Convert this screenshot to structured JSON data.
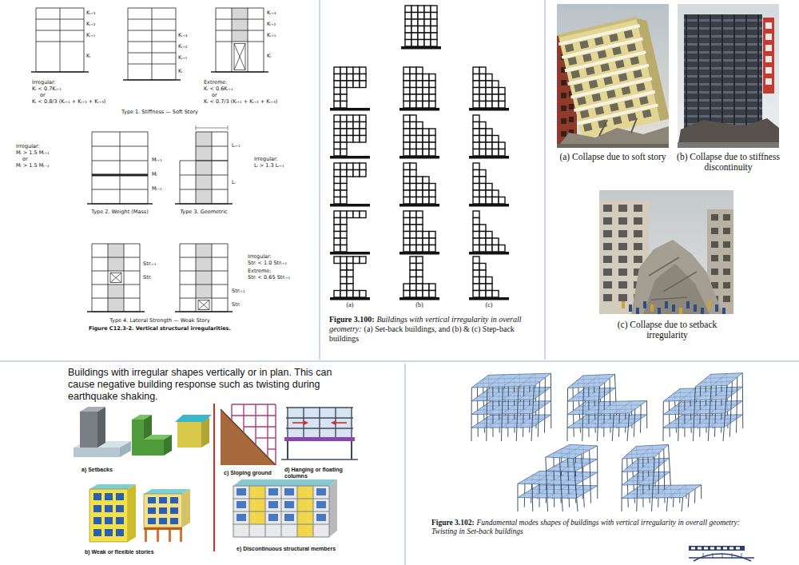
{
  "diagram": {
    "labels": [
      "Kᵢ₊₃",
      "Kᵢ₊₂",
      "Kᵢ₊₁",
      "Kᵢ",
      "Kᵢ₊₃",
      "Kᵢ₊₂",
      "Kᵢ₊₁",
      "Kᵢ",
      "Kᵢ₊₃",
      "Kᵢ₊₂",
      "Kᵢ₊₁",
      "Kᵢ",
      "Irregular:",
      "Kᵢ < 0.7Kᵢ₊₁",
      "or",
      "Kᵢ < 0.8/3 (Kᵢ₊₁ + Kᵢ₊₂ + Kᵢ₊₃)",
      "Extreme:",
      "Kᵢ < 0.6Kᵢ₊₁",
      "or",
      "Kᵢ < 0.7/3 (Kᵢ₊₁ + Kᵢ₊₂ + Kᵢ₊₃)",
      "Type 1. Stiffness — Soft Story",
      "Irregular:",
      "Mᵢ > 1.5 Mᵢ₊₁",
      "or",
      "Mᵢ > 1.5 Mᵢ₋₁",
      "Mᵢ₊₁",
      "Mᵢ",
      "Mᵢ₋₁",
      "Type 2. Weight (Mass)",
      "Lᵢ₊₁",
      "Lᵢ",
      "Irregular:",
      "Lᵢ > 1.3 Lᵢ₊₁",
      "Type 3. Geometric",
      "Strᵢ₊₁",
      "Strᵢ",
      "Strᵢ₊₁",
      "Strᵢ",
      "Irregular:",
      "Strᵢ < 1.0 Strᵢ₊₁",
      "Extreme:",
      "Strᵢ < 0.65 Strᵢ₊₁",
      "Type 4. Lateral Strength — Weak Story",
      "Figure C12.3-2. Vertical structural irregularities.",
      "(a)",
      "(b)",
      "(c)",
      "Figure 3.100:",
      "Buildings with vertical irregularity in overall geometry:",
      "(a) Set-back buildings, and (b) & (c) Step-back buildings",
      "(a) Collapse due to soft story",
      "(b) Collapse due to stiffness discontinuity",
      "(c) Collapse due to setback irregularity",
      "Buildings with irregular shapes vertically or in plan. This can cause negative building response such as twisting during earthquake shaking.",
      "a) Setbacks",
      "b) Weak or flexible stories",
      "c) Sloping ground",
      "d) Hanging or floating columns",
      "e) Discontinuous structural members",
      "Figure 3.102:",
      "Fundamental modes shapes of buildings with vertical irregularity in overall geometry: Twisting in Set-back buildings"
    ]
  }
}
